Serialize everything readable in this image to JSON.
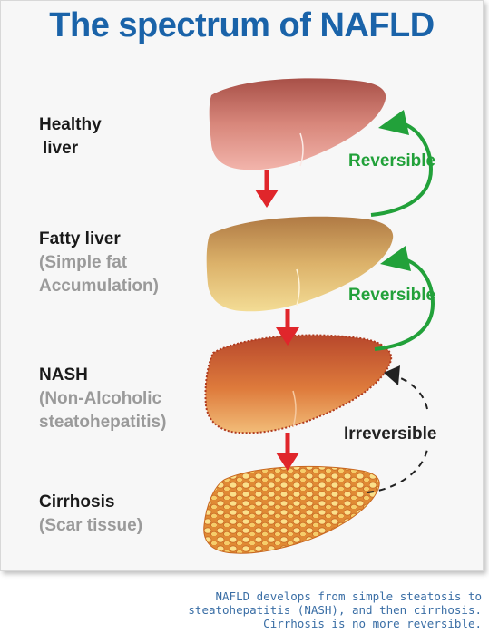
{
  "title": "The spectrum of NAFLD",
  "stages": [
    {
      "name": "Healthy liver",
      "line1": "Healthy",
      "line2": "liver",
      "sub1": "",
      "sub2": ""
    },
    {
      "name": "Fatty liver",
      "line1": "Fatty liver",
      "line2": "",
      "sub1": "(Simple fat",
      "sub2": "Accumulation)"
    },
    {
      "name": "NASH",
      "line1": "NASH",
      "line2": "",
      "sub1": "(Non-Alcoholic",
      "sub2": "steatohepatitis)"
    },
    {
      "name": "Cirrhosis",
      "line1": "Cirrhosis",
      "line2": "",
      "sub1": "(Scar tissue)",
      "sub2": ""
    }
  ],
  "transitions": [
    {
      "label": "Reversible",
      "color": "#22a13a"
    },
    {
      "label": "Reversible",
      "color": "#22a13a"
    },
    {
      "label": "Irreversible",
      "color": "#222222"
    }
  ],
  "colors": {
    "title": "#1a63a9",
    "down_arrow": "#e0262b",
    "caption": "#3a6ea5"
  },
  "caption": {
    "line1": "NAFLD develops from simple steatosis to",
    "line2": "steatohepatitis (NASH), and  then cirrhosis.",
    "line3": "Cirrhosis is no more reversible."
  }
}
